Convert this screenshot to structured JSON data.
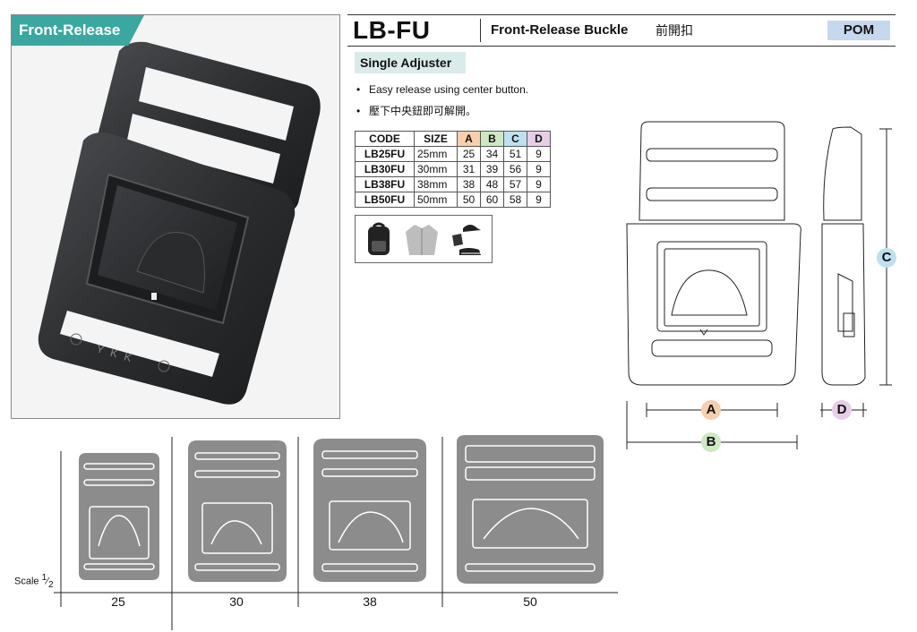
{
  "photo": {
    "tag": "Front-Release",
    "brand_mark": "YKK"
  },
  "header": {
    "code": "LB-FU",
    "name": "Front-Release Buckle",
    "name_cn": "前開扣",
    "material": "POM"
  },
  "type_label": "Single Adjuster",
  "features": [
    "Easy release using center button.",
    "壓下中央鈕即可解開。"
  ],
  "bullet": "•",
  "table": {
    "headers": [
      "CODE",
      "SIZE",
      "A",
      "B",
      "C",
      "D"
    ],
    "rows": [
      [
        "LB25FU",
        "25mm",
        "25",
        "34",
        "51",
        "9"
      ],
      [
        "LB30FU",
        "30mm",
        "31",
        "39",
        "56",
        "9"
      ],
      [
        "LB38FU",
        "38mm",
        "38",
        "48",
        "57",
        "9"
      ],
      [
        "LB50FU",
        "50mm",
        "50",
        "60",
        "58",
        "9"
      ]
    ]
  },
  "usage_icons": [
    "backpack-icon",
    "jacket-icon",
    "cap-glove-shoe-icon"
  ],
  "dimensions": {
    "A": "A",
    "B": "B",
    "C": "C",
    "D": "D"
  },
  "scale": {
    "label": "Scale",
    "numerator": "1",
    "denominator": "2"
  },
  "sizes": [
    "25",
    "30",
    "38",
    "50"
  ],
  "colors": {
    "tag": "#3aa7a0",
    "type_label_bg": "#d9ece9",
    "material_bg": "#c5d8ee",
    "dim_A": "#f6cfae",
    "dim_B": "#cde8c2",
    "dim_C": "#bfe1ef",
    "dim_D": "#e6cfe6",
    "silhouette": "#8c8c8c"
  }
}
